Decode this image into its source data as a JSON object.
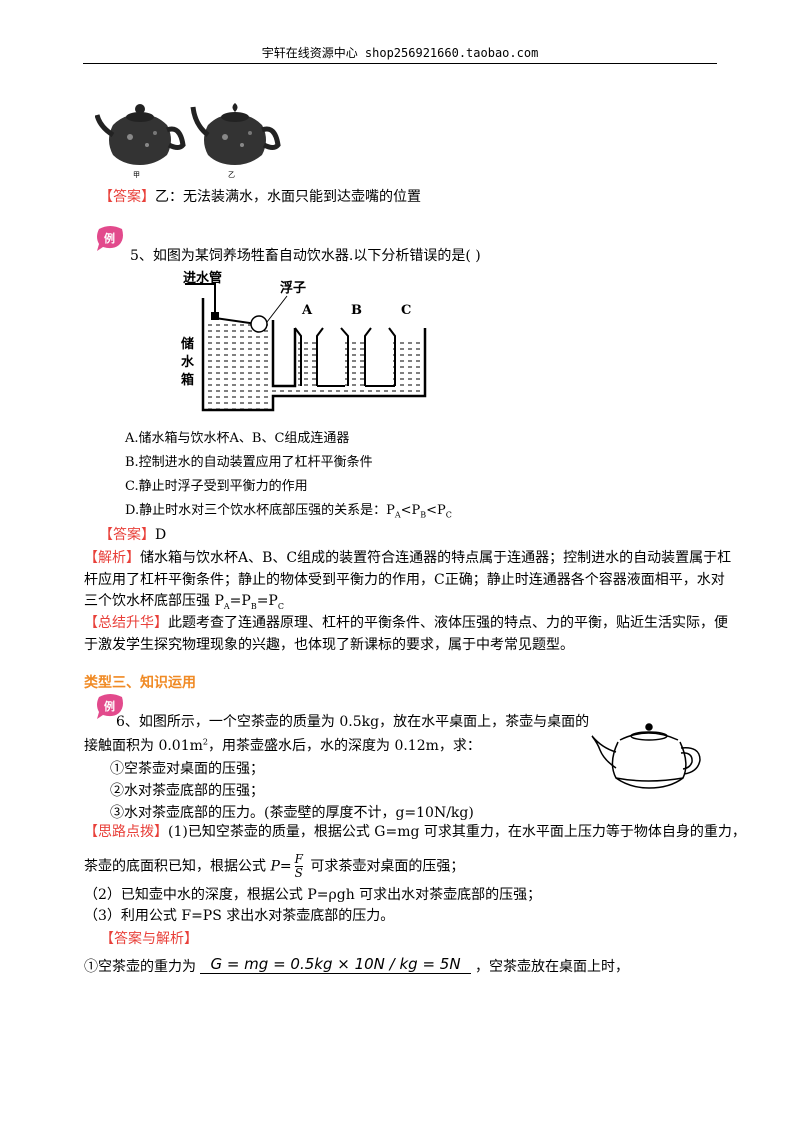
{
  "header": {
    "text": "宇轩在线资源中心   shop256921660.taobao.com"
  },
  "teapot_labels": [
    "甲",
    "乙"
  ],
  "answer4": {
    "tag": "【答案】",
    "text": "乙：无法装满水，水面只能到达壶嘴的位置"
  },
  "q5": {
    "question": "5、如图为某饲养场牲畜自动饮水器.以下分析错误的是(      )",
    "figure_labels": {
      "inlet": "进水管",
      "float": "浮子",
      "a": "A",
      "b": "B",
      "c": "C",
      "tank1": "储",
      "tank2": "水",
      "tank3": "箱"
    },
    "options": {
      "a": "A.储水箱与饮水杯A、B、C组成连通器",
      "b": "B.控制进水的自动装置应用了杠杆平衡条件",
      "c": "C.静止时浮子受到平衡力的作用",
      "d_prefix": "D.静止时水对三个饮水杯底部压强的关系是：P",
      "d_sub_a": "A",
      "d_lt1": "<P",
      "d_sub_b": "B",
      "d_lt2": "<P",
      "d_sub_c": "C"
    },
    "answer_tag": "【答案】",
    "answer": "D",
    "analysis_tag": "【解析】",
    "analysis_1": "储水箱与饮水杯A、B、C组成的装置符合连通器的特点属于连通器；控制进水的自动装置属于杠",
    "analysis_2": "杆应用了杠杆平衡条件；静止的物体受到平衡力的作用，C正确；静止时连通器各个容器液面相平，水对",
    "analysis_3_prefix": "三个饮水杯底部压强 P",
    "analysis_3_a": "A",
    "analysis_3_eq1": "=P",
    "analysis_3_b": "B",
    "analysis_3_eq2": "=P",
    "analysis_3_c": "C",
    "summary_tag": "【总结升华】",
    "summary_1": "此题考查了连通器原理、杠杆的平衡条件、液体压强的特点、力的平衡，贴近生活实际，便",
    "summary_2": "于激发学生探究物理现象的兴趣，也体现了新课标的要求，属于中考常见题型。"
  },
  "section3": {
    "title": "类型三、知识运用"
  },
  "q6": {
    "line1": "6、如图所示，一个空茶壶的质量为 0.5kg，放在水平桌面上，茶壶与桌面的",
    "line2_a": "接触面积为 0.01m",
    "line2_sup": "2",
    "line2_b": "，用茶壶盛水后，水的深度为 0.12m，求：",
    "item1": "①空茶壶对桌面的压强；",
    "item2": "②水对茶壶底部的压强；",
    "item3": "③水对茶壶底部的压力。(茶壶壁的厚度不计，g=10N/kg)",
    "hint_tag": "【思路点拨】",
    "hint_1": "(1)已知空茶壶的质量，根据公式 G=mg 可求其重力，在水平面上压力等于物体自身的重力，",
    "hint_2_a": "茶壶的底面积已知，根据公式",
    "hint_2_p": "P",
    "hint_2_eq": "=",
    "hint_2_num": "F",
    "hint_2_den": "S",
    "hint_2_b": "可求茶壶对桌面的压强；",
    "hint_3": "（2）已知壶中水的深度，根据公式 P=ρgh 可求出水对茶壶底部的压强；",
    "hint_4": "（3）利用公式 F=PS 求出水对茶壶底部的压力。",
    "ans_tag": "【答案与解析】",
    "ans_1_a": "①空茶壶的重力为",
    "ans_1_formula": "G = mg = 0.5kg × 10N / kg = 5N",
    "ans_1_b": "，空茶壶放在桌面上时，"
  }
}
